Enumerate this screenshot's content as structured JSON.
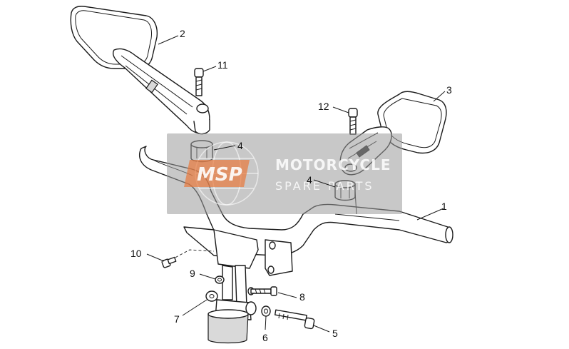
{
  "callouts": [
    {
      "id": "1",
      "label": "1"
    },
    {
      "id": "2",
      "label": "2"
    },
    {
      "id": "3",
      "label": "3"
    },
    {
      "id": "4a",
      "label": "4"
    },
    {
      "id": "4b",
      "label": "4"
    },
    {
      "id": "5",
      "label": "5"
    },
    {
      "id": "6",
      "label": "6"
    },
    {
      "id": "7",
      "label": "7"
    },
    {
      "id": "8",
      "label": "8"
    },
    {
      "id": "9",
      "label": "9"
    },
    {
      "id": "10",
      "label": "10"
    },
    {
      "id": "11",
      "label": "11"
    },
    {
      "id": "12",
      "label": "12"
    }
  ],
  "watermark": {
    "logo_text": "MSP",
    "line1": "MOTORCYCLE",
    "line2": "SPARE PARTS",
    "logo_color": "#e8773a"
  }
}
